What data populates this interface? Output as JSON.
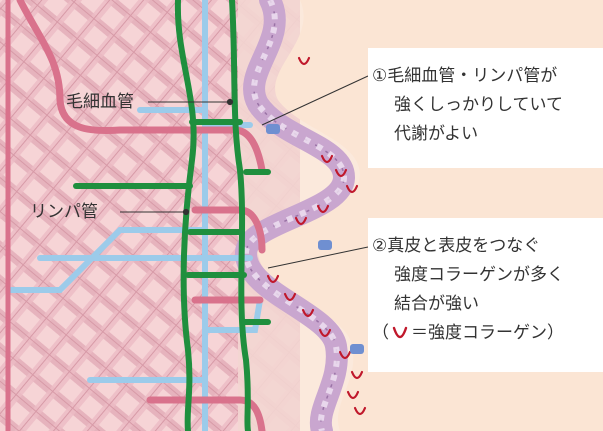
{
  "labels": {
    "capillary": "毛細血管",
    "lymph": "リンパ管"
  },
  "callout1": {
    "lines": [
      "①毛細血管・リンパ管が",
      "強くしっかりしていて",
      "代謝がよい"
    ]
  },
  "callout2": {
    "lines": [
      "②真皮と表皮をつなぐ",
      "強度コラーゲンが多く",
      "結合が強い"
    ],
    "legend_open": "（",
    "legend_text": "＝強度コラーゲン）"
  },
  "colors": {
    "background": "#fbe9dc",
    "dermis_fiber": "#e2b1bb",
    "capillary_green": "#1f8f3e",
    "lymph_blue": "#9ccbea",
    "artery_pink": "#d9728c",
    "collagen_red": "#c0182b",
    "epidermis_cells": "#c9a6cf"
  }
}
